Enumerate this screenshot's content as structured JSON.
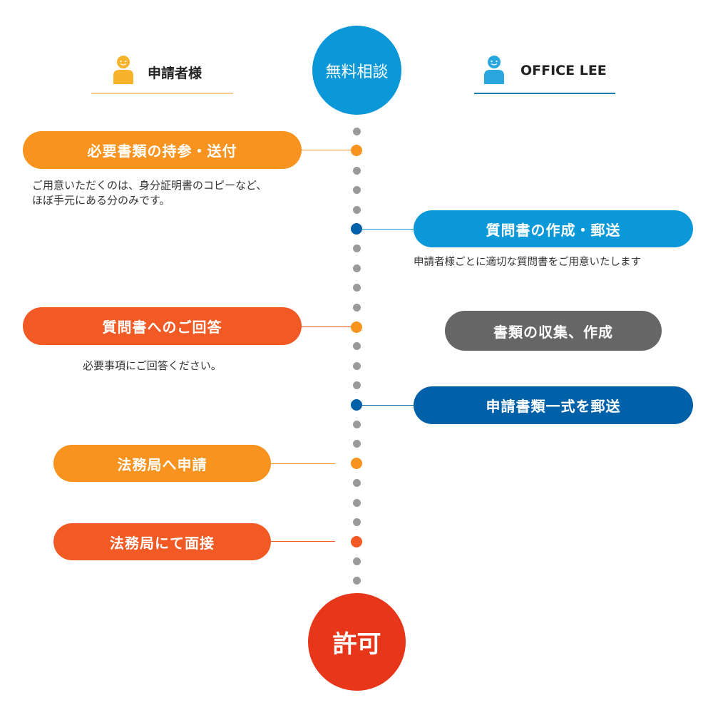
{
  "colors": {
    "orange": "#f7931e",
    "orange_red": "#f15a24",
    "light_blue": "#0b98d8",
    "dark_blue": "#0060a8",
    "gray": "#666666",
    "red": "#e8361a",
    "dot_gray": "#9a9a9a"
  },
  "header": {
    "applicant_label": "申請者様",
    "office_label": "OFFICE LEE",
    "top_circle": "無料相談",
    "applicant_icon": "person-icon",
    "office_icon": "person-icon"
  },
  "steps": {
    "step1": {
      "label": "必要書類の持参・送付",
      "note_line1": "ご用意いただくのは、身分証明書のコピーなど、",
      "note_line2": "ほぼ手元にある分のみです。"
    },
    "step2": {
      "label": "質問書の作成・郵送",
      "note": "申請者様ごとに適切な質問書をご用意いたします"
    },
    "step3": {
      "label": "質問書へのご回答",
      "note": "必要事項にご回答ください。"
    },
    "step4": {
      "label": "書類の収集、作成"
    },
    "step5": {
      "label": "申請書類一式を郵送"
    },
    "step6": {
      "label": "法務局へ申請"
    },
    "step7": {
      "label": "法務局にて面接"
    }
  },
  "end_circle": "許可"
}
